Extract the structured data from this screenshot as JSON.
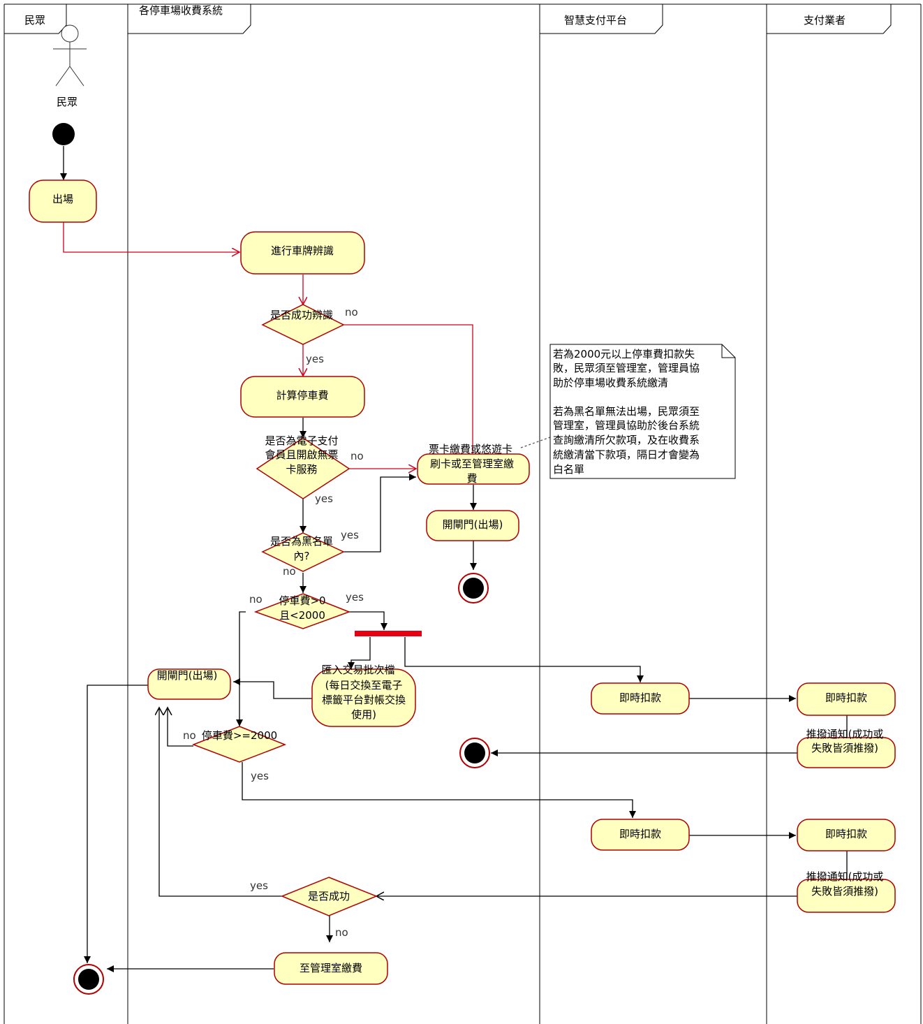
{
  "lanes": [
    {
      "id": "lane-citizen",
      "label": "民眾"
    },
    {
      "id": "lane-parking-system",
      "label": "各停車場收費系統"
    },
    {
      "id": "lane-smart-payment-platform",
      "label": "智慧支付平台"
    },
    {
      "id": "lane-payment-providers",
      "label": "支付業者"
    }
  ],
  "actor": {
    "label": "民眾"
  },
  "activities": {
    "exit": "出場",
    "plate_recognition": "進行車牌辨識",
    "calc_fee": "計算停車費",
    "ticket_payment": [
      "票卡繳費或悠遊卡",
      "刷卡或至管理室繳",
      "費"
    ],
    "open_gate_1": "開閘門(出場)",
    "import_batch": [
      "匯入交易批次檔",
      "(每日交換至電子",
      "標籤平台對帳交換",
      "使用)"
    ],
    "open_gate_2": "開閘門(出場)",
    "platform_deduct_1": "即時扣款",
    "provider_deduct_1": "即時扣款",
    "push_notice_1": [
      "推撥通知(成功或",
      "失敗皆須推撥)"
    ],
    "platform_deduct_2": "即時扣款",
    "provider_deduct_2": "即時扣款",
    "push_notice_2": [
      "推撥通知(成功或",
      "失敗皆須推撥)"
    ],
    "pay_at_office": "至管理室繳費"
  },
  "decisions": {
    "recognized": "是否成功辨識",
    "member": [
      "是否為電子支付",
      "會員且開啟無票",
      "卡服務"
    ],
    "blacklist": [
      "是否為黑名單",
      "內?"
    ],
    "fee_range": [
      "停車費>0",
      "且<2000"
    ],
    "fee_large": "停車費>=2000",
    "success": "是否成功"
  },
  "edge_labels": {
    "recognized_no": "no",
    "recognized_yes": "yes",
    "member_no": "no",
    "member_yes": "yes",
    "blacklist_yes": "yes",
    "blacklist_no": "no",
    "fee_range_no": "no",
    "fee_range_yes": "yes",
    "fee_large_no": "no",
    "fee_large_yes": "yes",
    "success_yes": "yes",
    "success_no": "no"
  },
  "note": [
    "若為2000元以上停車費扣款失",
    "敗，民眾須至管理室，管理員協",
    "助於停車場收費系統繳清",
    "",
    "若為黑名單無法出場，民眾須至",
    "管理室，管理員協助於後台系統",
    "查詢繳清所欠款項，及在收費系",
    "統繳清當下款項，隔日才會變為",
    "白名單"
  ],
  "colors": {
    "activity_fill": "#ffffc0",
    "activity_stroke": "#b20000",
    "control_flow": "#000000",
    "highlight_flow": "#d3001b",
    "sync_bar": "#e60012",
    "lane_line": "#000000"
  }
}
